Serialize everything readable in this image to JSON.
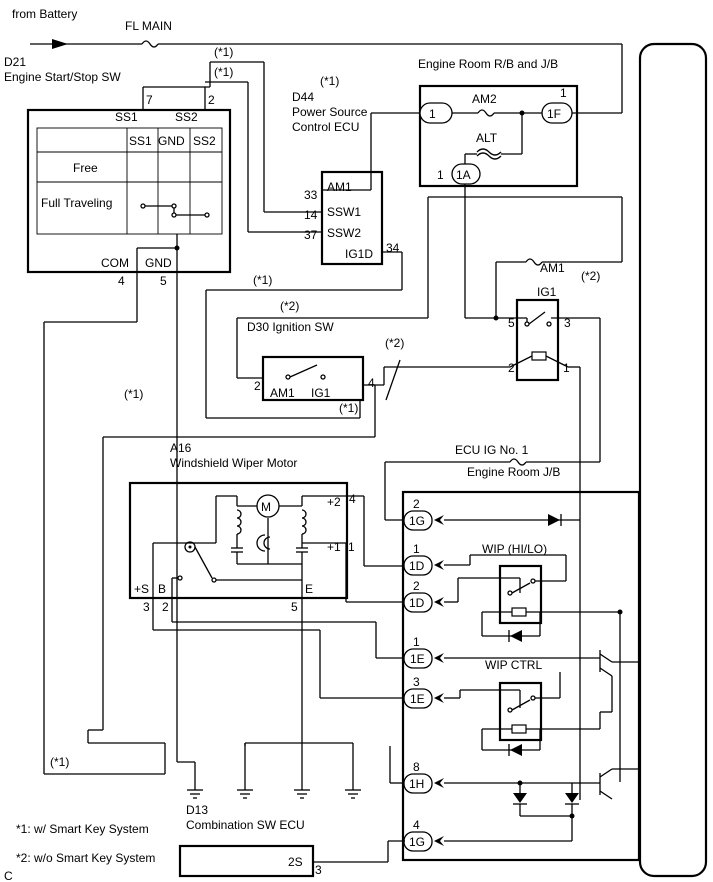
{
  "labels": {
    "battery": "from Battery",
    "fl_main": "FL MAIN",
    "engine_room_rb": "Engine Room R/B and J/B",
    "am2": "AM2",
    "alt": "ALT",
    "d21": "D21",
    "d21_name": "Engine Start/Stop SW",
    "d44": "D44",
    "d44_name1": "Power Source",
    "d44_name2": "Control ECU",
    "d30": "D30  Ignition SW",
    "am1": "AM1",
    "ig1": "IG1",
    "ecu_ig": "ECU IG No. 1",
    "engine_room_jb": "Engine Room J/B",
    "a16": "A16",
    "a16_name": "Windshield Wiper Motor",
    "motor": "M",
    "wip_hilo": "WIP (HI/LO)",
    "wip_ctrl": "WIP CTRL",
    "d13": "D13",
    "d13_name": "Combination SW ECU",
    "s2": "2S"
  },
  "connectors": {
    "c1": "1",
    "c1f": "1F",
    "c1a": "1A",
    "c1g": "1G",
    "c1d": "1D",
    "c1e": "1E",
    "c1h": "1H"
  },
  "pins": {
    "p1": "1",
    "p1f": "1",
    "p2": "2",
    "p3": "3",
    "p4": "4",
    "p5": "5",
    "p7": "7",
    "p8": "8",
    "p14": "14",
    "p33": "33",
    "p34": "34",
    "p37": "37"
  },
  "d21": {
    "ss1": "SS1",
    "ss2": "SS2",
    "gnd": "GND",
    "com": "COM",
    "row_free": "Free",
    "row_full": "Full Traveling"
  },
  "d44": {
    "am1": "AM1",
    "ssw1": "SSW1",
    "ssw2": "SSW2",
    "ig1d": "IG1D"
  },
  "d30": {
    "am1": "AM1",
    "ig1": "IG1"
  },
  "a16": {
    "plus2": "+2",
    "plus1": "+1",
    "plus_s": "+S",
    "b": "B",
    "e": "E"
  },
  "notes": {
    "n1": "(*1)",
    "n2": "(*2)",
    "footnote1": "*1: w/ Smart Key System",
    "footnote2": "*2: w/o Smart Key System",
    "figure_letter": "C"
  }
}
